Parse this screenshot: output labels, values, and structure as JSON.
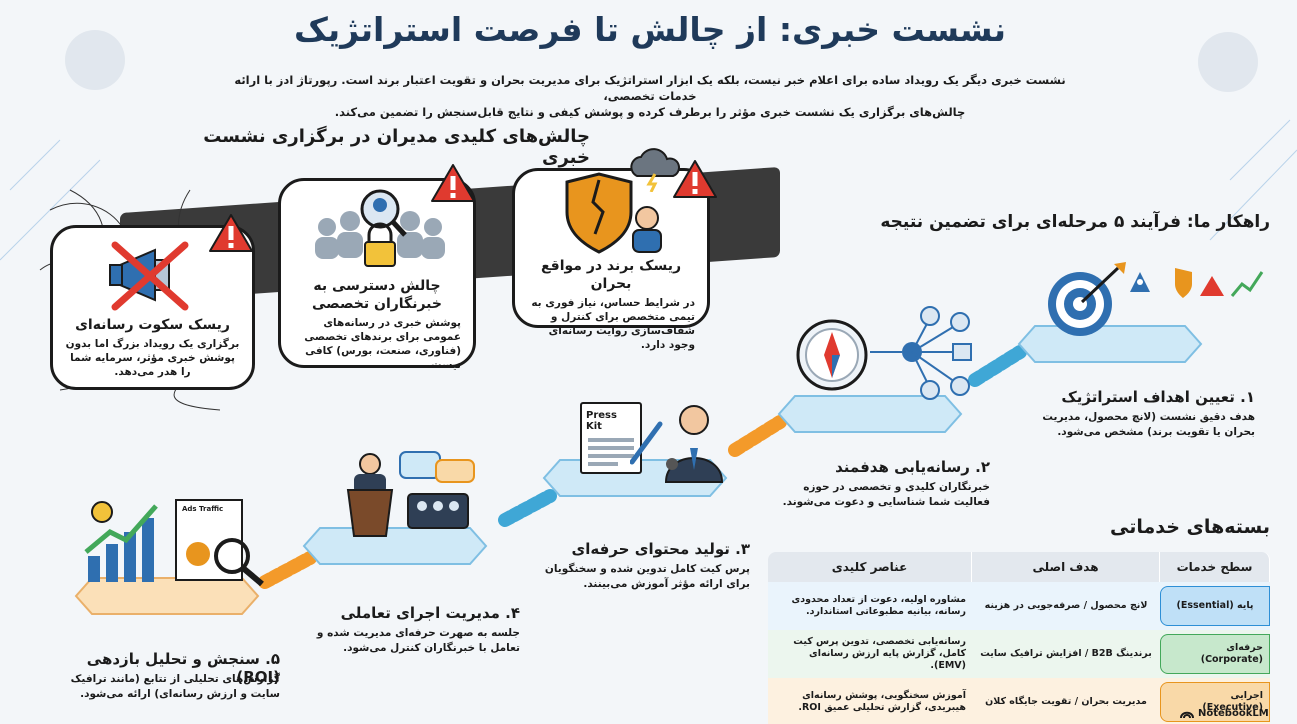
{
  "title": "نشست خبری: از چالش تا فرصت استراتژیک",
  "intro_line1": "نشست خبری دیگر یک رویداد ساده برای اعلام خبر نیست، بلکه یک ابزار استراتژیک برای مدیریت بحران و تقویت اعتبار برند است. رپورتاژ ادز با ارائه خدمات تخصصی،",
  "intro_line2": "چالش‌های برگزاری یک نشست خبری مؤثر را برطرف کرده و پوشش کیفی و نتایج قابل‌سنجش را تضمین می‌کند.",
  "challenges": {
    "title": "چالش‌های کلیدی مدیران در برگزاری نشست خبری",
    "items": [
      {
        "title": "ریسک سکوت رسانه‌ای",
        "text": "برگزاری یک رویداد بزرگ اما بدون پوشش خبری مؤثر، سرمایه شما را هدر می‌دهد."
      },
      {
        "title": "چالش دسترسی به خبرنگاران تخصصی",
        "text": "پوشش خبری در رسانه‌های عمومی برای برندهای تخصصی (فناوری، صنعت، بورس) کافی نیست."
      },
      {
        "title": "ریسک برند در مواقع بحران",
        "text": "در شرایط حساس، نیاز فوری به تیمی متخصص برای کنترل و شفاف‌سازی روایت رسانه‌ای وجود دارد."
      }
    ]
  },
  "strategy": {
    "title": "راهکار ما: فرآیند ۵ مرحله‌ای برای تضمین نتیجه",
    "steps": [
      {
        "title": "۱. تعیین اهداف استراتژیک",
        "text": "هدف دقیق نشست (لانچ محصول، مدیریت بحران یا تقویت برند) مشخص می‌شود."
      },
      {
        "title": "۲. رسانه‌یابی هدفمند",
        "text": "خبرنگاران کلیدی و تخصصی در حوزه فعالیت شما شناسایی و دعوت می‌شوند."
      },
      {
        "title": "۳. تولید محتوای حرفه‌ای",
        "text": "پرس کیت کامل تدوین شده و سخنگویان برای ارائه مؤثر آموزش می‌بینند."
      },
      {
        "title": "۴. مدیریت اجرای تعاملی",
        "text": "جلسه به صهرت حرفه‌ای مدیریت شده و تعامل با خبرنگاران کنترل می‌شود."
      },
      {
        "title": "۵. سنجش و تحلیل بازدهی (ROI)",
        "text": "گزارش‌های تحلیلی از تتابع (مانند ترافیک سایت و ارزش رسانه‌ای) ارائه می‌شود."
      }
    ],
    "press_kit_label": "Press Kit",
    "ads_traffic_label": "Ads Traffic"
  },
  "packages": {
    "title": "بسته‌های خدماتی",
    "headers": [
      "سطح خدمات",
      "هدف اصلی",
      "عناصر کلیدی"
    ],
    "rows": [
      {
        "tier": "پایه (Essential)",
        "goal": "لانچ محصول / صرفه‌جویی در هزینه",
        "elements": "مشاوره اولیه، دعوت از تعداد محدودی رسانه، بیانیه مطبوعاتی استاندارد."
      },
      {
        "tier": "حرفه‌ای (Corporate)",
        "goal": "برندینگ B2B / افزایش ترافیک سایت",
        "elements": "رسانه‌یابی تخصصی، تدوین پرس کیت کامل، گزارش پایه ارزش رسانه‌ای (EMV)."
      },
      {
        "tier": "اجرایی (Executive)",
        "goal": "مدیریت بحران / تقویت جایگاه کلان",
        "elements": "آموزش سخنگویی، پوشش رسانه‌ای هیبریدی، گزارش تحلیلی عمیق ROI."
      }
    ],
    "colors": [
      "#2d8fd6",
      "#43a85a",
      "#e8951e"
    ]
  },
  "brand": "NotebookLM"
}
